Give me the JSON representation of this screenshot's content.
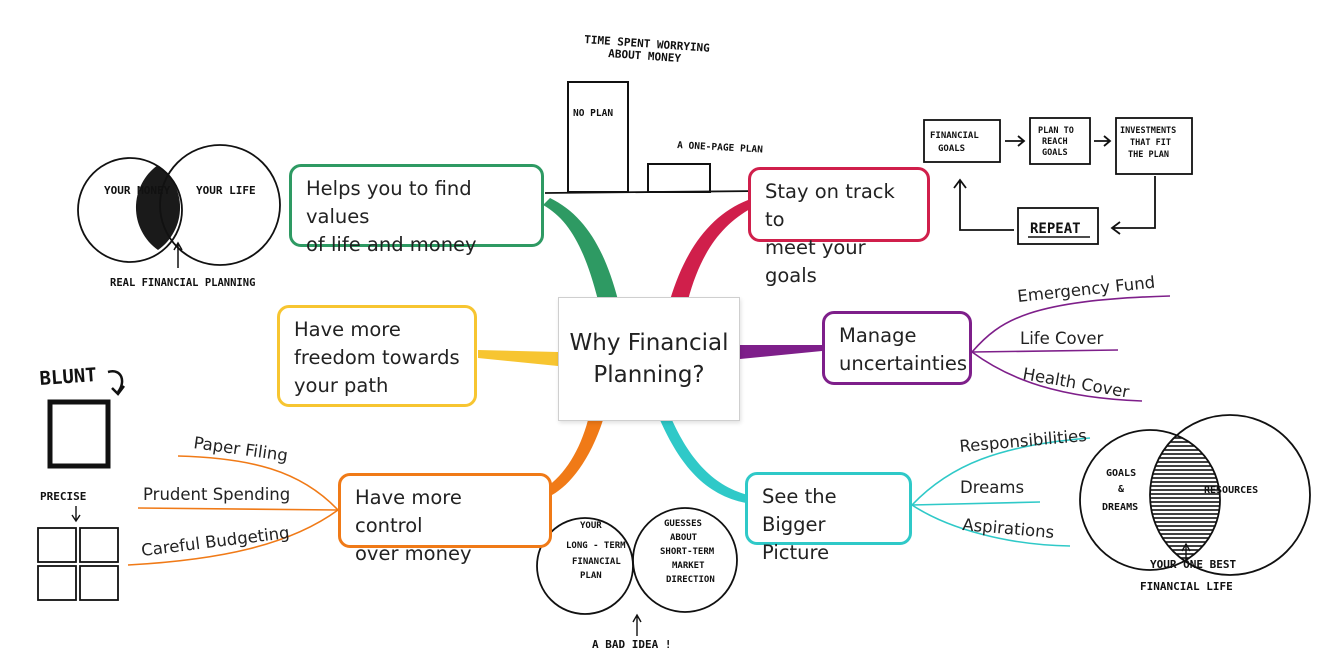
{
  "center": {
    "line1": "Why Financial",
    "line2": "Planning?"
  },
  "branches": {
    "values": {
      "line1": "Helps you to find values",
      "line2": "of life and money",
      "color": "#2e9a63"
    },
    "track": {
      "line1": "Stay on track to",
      "line2": "meet your goals",
      "color": "#d01f4b"
    },
    "freedom": {
      "line1": "Have more",
      "line2": "freedom towards",
      "line3": "your path",
      "color": "#f7c531"
    },
    "uncertainties": {
      "line1": "Manage",
      "line2": "uncertainties",
      "color": "#7e1f8a",
      "subs": [
        "Emergency Fund",
        "Life Cover",
        "Health Cover"
      ]
    },
    "control": {
      "line1": "Have more control",
      "line2": "over money",
      "color": "#f07a17",
      "subs": [
        "Paper Filing",
        "Prudent Spending",
        "Careful Budgeting"
      ]
    },
    "bigger": {
      "line1": "See the Bigger",
      "line2": "Picture",
      "color": "#2fc9c8",
      "subs": [
        "Responsibilities",
        "Dreams",
        "Aspirations"
      ]
    }
  },
  "sketch_venn_money": {
    "left": "YOUR MONEY",
    "right": "YOUR LIFE",
    "caption": "REAL FINANCIAL PLANNING"
  },
  "sketch_bar_chart": {
    "title_line1": "TIME SPENT WORRYING",
    "title_line2": "ABOUT MONEY",
    "bar_tall": "NO PLAN",
    "bar_short": "A ONE-PAGE PLAN"
  },
  "sketch_cycle": {
    "step1_a": "FINANCIAL",
    "step1_b": "GOALS",
    "step2_a": "PLAN TO",
    "step2_b": "REACH",
    "step2_c": "GOALS",
    "step3_a": "INVESTMENTS",
    "step3_b": "THAT FIT",
    "step3_c": "THE PLAN",
    "repeat": "REPEAT"
  },
  "sketch_blunt": {
    "blunt": "BLUNT",
    "precise": "PRECISE"
  },
  "sketch_venn_bad": {
    "left_1": "YOUR",
    "left_2": "LONG - TERM",
    "left_3": "FINANCIAL",
    "left_4": "PLAN",
    "right_1": "GUESSES",
    "right_2": "ABOUT",
    "right_3": "SHORT-TERM",
    "right_4": "MARKET",
    "right_5": "DIRECTION",
    "caption": "A BAD IDEA !"
  },
  "sketch_venn_best": {
    "left_1": "GOALS",
    "left_2": "&",
    "left_3": "DREAMS",
    "right": "RESOURCES",
    "caption_1": "YOUR ONE BEST",
    "caption_2": "FINANCIAL LIFE"
  }
}
